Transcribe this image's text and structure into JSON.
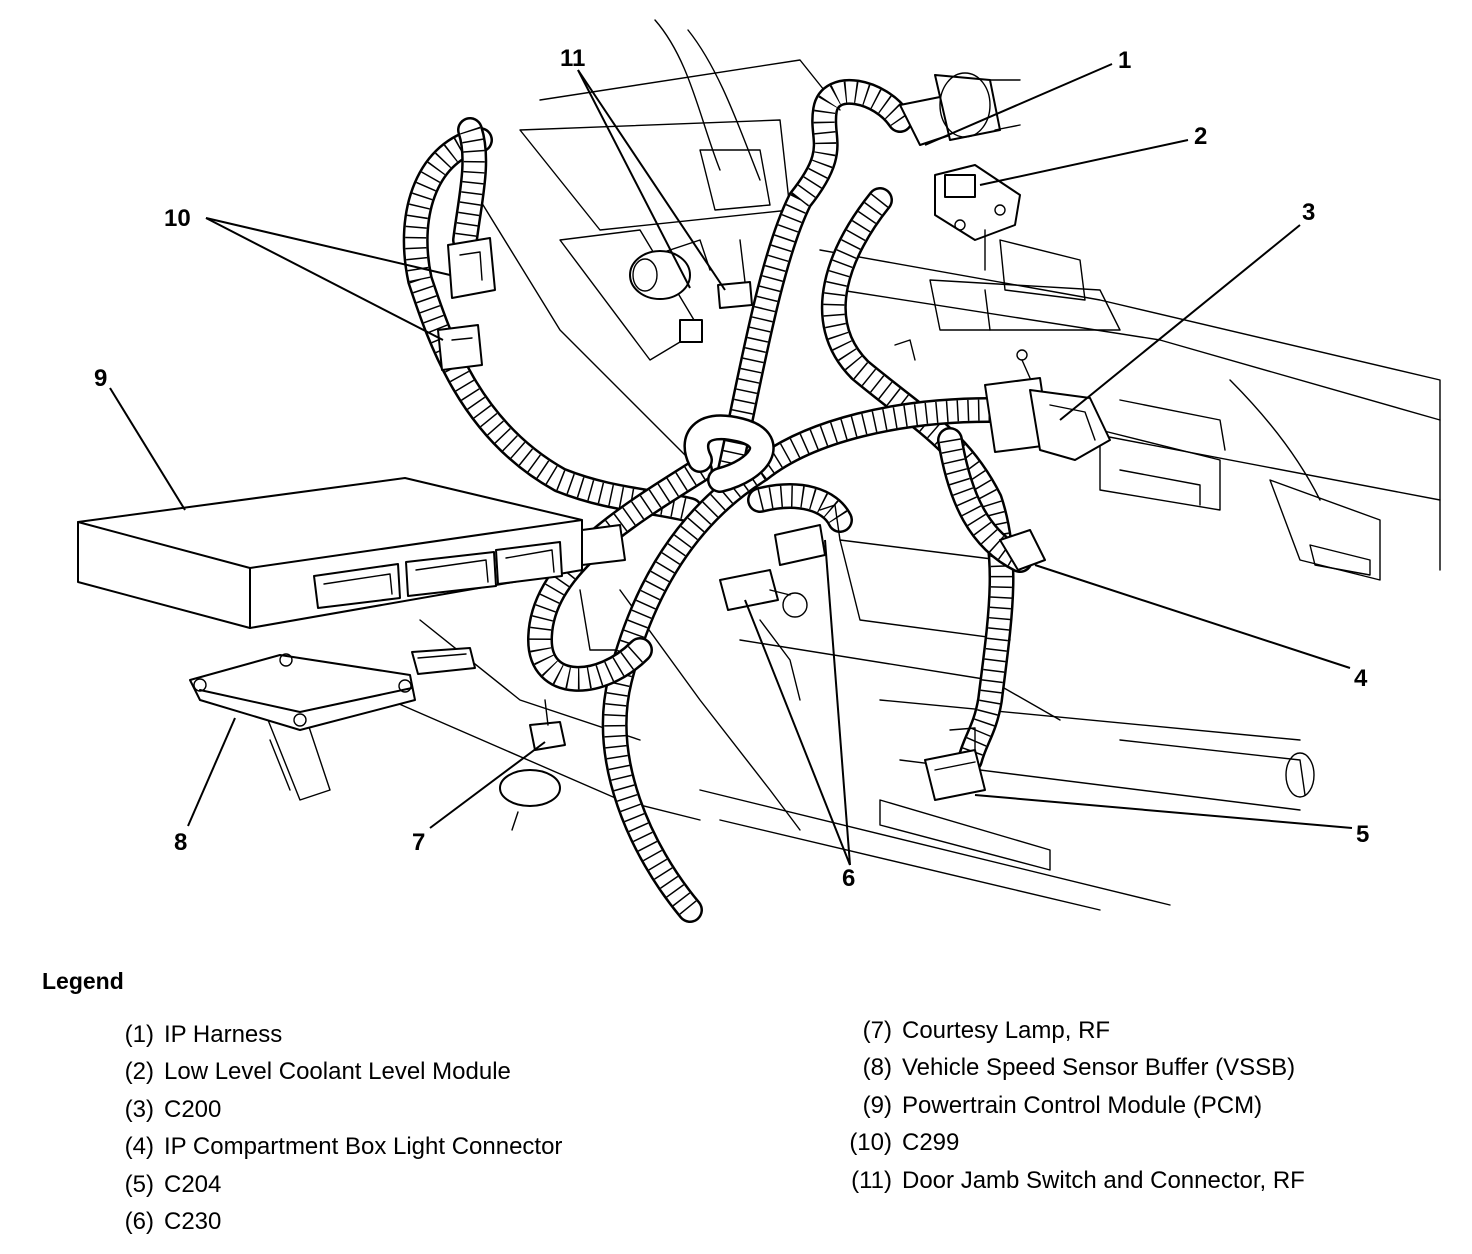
{
  "callouts": {
    "c1": "1",
    "c2": "2",
    "c3": "3",
    "c4": "4",
    "c5": "5",
    "c6": "6",
    "c7": "7",
    "c8": "8",
    "c9": "9",
    "c10": "10",
    "c11": "11"
  },
  "legend": {
    "title": "Legend",
    "items": [
      {
        "num": "(1)",
        "label": "IP Harness"
      },
      {
        "num": "(2)",
        "label": "Low Level Coolant Level Module"
      },
      {
        "num": "(3)",
        "label": "C200"
      },
      {
        "num": "(4)",
        "label": "IP Compartment Box Light Connector"
      },
      {
        "num": "(5)",
        "label": "C204"
      },
      {
        "num": "(6)",
        "label": "C230"
      },
      {
        "num": "(7)",
        "label": "Courtesy Lamp, RF"
      },
      {
        "num": "(8)",
        "label": "Vehicle Speed Sensor Buffer (VSSB)"
      },
      {
        "num": "(9)",
        "label": "Powertrain Control Module (PCM)"
      },
      {
        "num": "(10)",
        "label": "C299"
      },
      {
        "num": "(11)",
        "label": "Door Jamb Switch and Connector, RF"
      }
    ]
  }
}
